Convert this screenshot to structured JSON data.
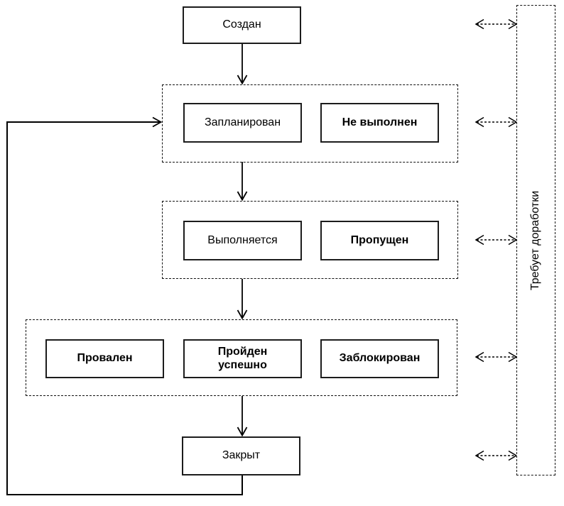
{
  "diagram": {
    "nodes": {
      "created": "Создан",
      "planned": "Запланирован",
      "not_executed": "Не выполнен",
      "in_progress": "Выполняется",
      "skipped": "Пропущен",
      "failed": "Провален",
      "passed": "Пройден успешно",
      "blocked": "Заблокирован",
      "closed": "Закрыт",
      "needs_rework": "Требует доработки"
    },
    "colors": {
      "line": "#000000",
      "box_border": "#1c1c1c",
      "background": "#ffffff"
    }
  }
}
